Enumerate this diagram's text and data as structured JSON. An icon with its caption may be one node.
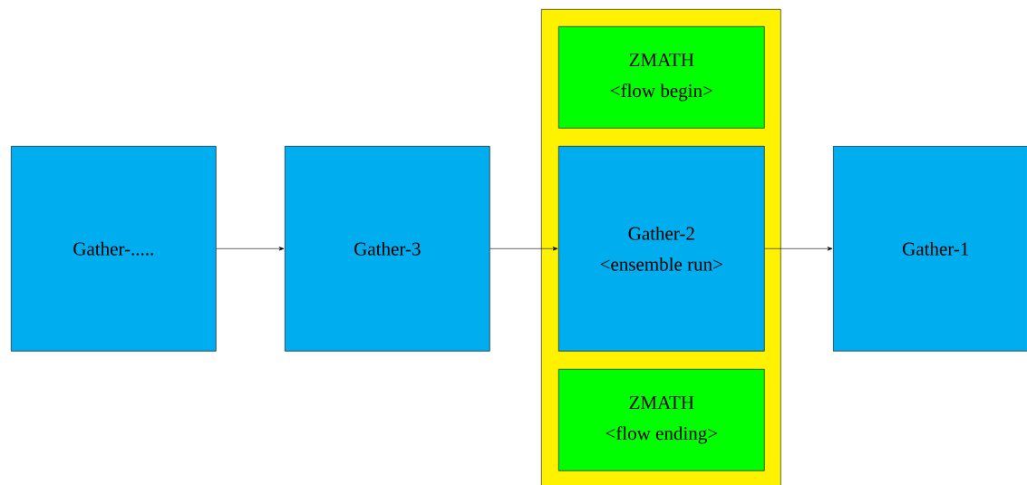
{
  "diagram": {
    "nodes": [
      {
        "text": [
          "Gather-....."
        ]
      },
      {
        "text": [
          "Gather-3"
        ]
      },
      {
        "text": [],
        "shape": "box"
      },
      {
        "text": [
          "ZMATH",
          "<flow begin>"
        ],
        "in": 2
      },
      {
        "text": [
          "Gather-2",
          "<ensemble run>"
        ],
        "in": 2
      },
      {
        "text": [
          "ZMATH",
          "<flow ending>"
        ],
        "in": 2
      },
      {
        "text": [
          "Gather-1"
        ]
      }
    ],
    "edges": [
      {
        "from": 0,
        "to": 1,
        "arrow": "to"
      },
      {
        "from": 1,
        "to": 4,
        "arrow": "to"
      },
      {
        "from": 4,
        "to": 6,
        "arrow": "to"
      }
    ]
  }
}
